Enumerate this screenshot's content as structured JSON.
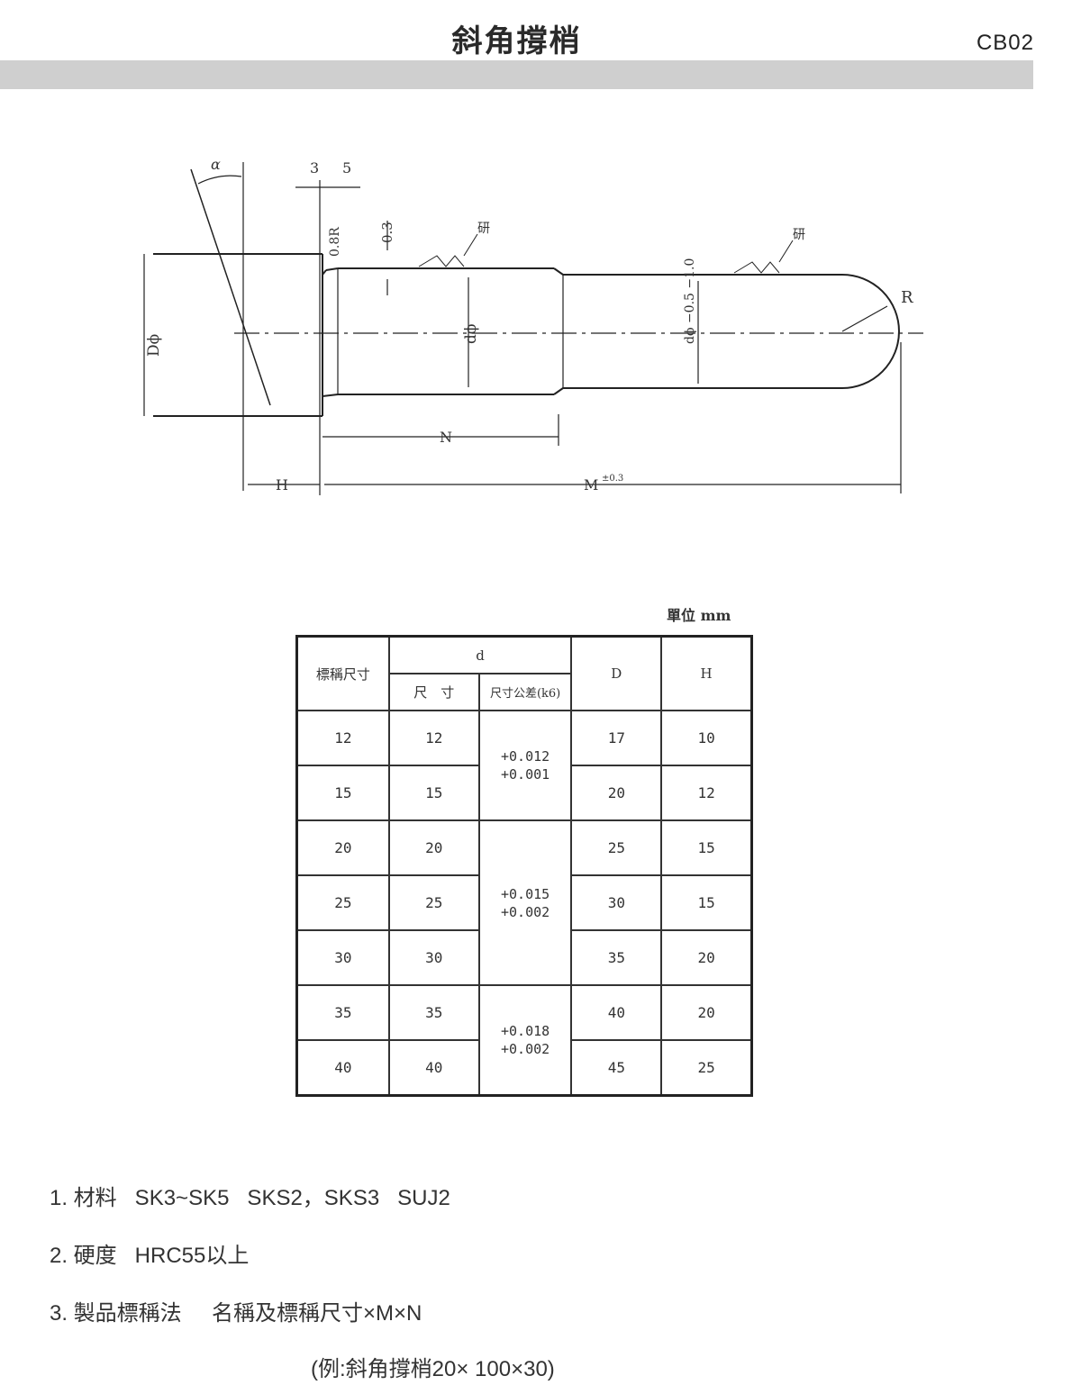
{
  "header": {
    "title": "斜角撐梢",
    "code": "CB02"
  },
  "drawing": {
    "labels": {
      "alpha": "α",
      "dim3": "3",
      "dim5": "5",
      "r08": "0.8R",
      "dim03": "0.3",
      "grind": "研",
      "grind2": "研",
      "D": "Dϕ",
      "d": "dϕ",
      "d_tol": "dϕ −0.5 −1.0",
      "R": "R",
      "N": "N",
      "H": "H",
      "M": "M",
      "M_tol": "±0.3"
    }
  },
  "table": {
    "unit": "單位 mm",
    "headers": {
      "nominal": "標稱尺寸",
      "d": "d",
      "size": "尺　寸",
      "tolerance": "尺寸公差(k6)",
      "D": "D",
      "H": "H"
    },
    "tolerance_groups": [
      {
        "upper": "+0.012",
        "lower": "+0.001"
      },
      {
        "upper": "+0.015",
        "lower": "+0.002"
      },
      {
        "upper": "+0.018",
        "lower": "+0.002"
      }
    ],
    "rows": [
      {
        "nominal": "12",
        "d": "12",
        "D": "17",
        "H": "10"
      },
      {
        "nominal": "15",
        "d": "15",
        "D": "20",
        "H": "12"
      },
      {
        "nominal": "20",
        "d": "20",
        "D": "25",
        "H": "15"
      },
      {
        "nominal": "25",
        "d": "25",
        "D": "30",
        "H": "15"
      },
      {
        "nominal": "30",
        "d": "30",
        "D": "35",
        "H": "20"
      },
      {
        "nominal": "35",
        "d": "35",
        "D": "40",
        "H": "20"
      },
      {
        "nominal": "40",
        "d": "40",
        "D": "45",
        "H": "25"
      }
    ]
  },
  "notes": [
    "1. 材料   SK3~SK5   SKS2，SKS3   SUJ2",
    "2. 硬度   HRC55以上",
    "3. 製品標稱法     名稱及標稱尺寸×M×N"
  ],
  "example": "(例:斜角撐梢20× 100×30)"
}
